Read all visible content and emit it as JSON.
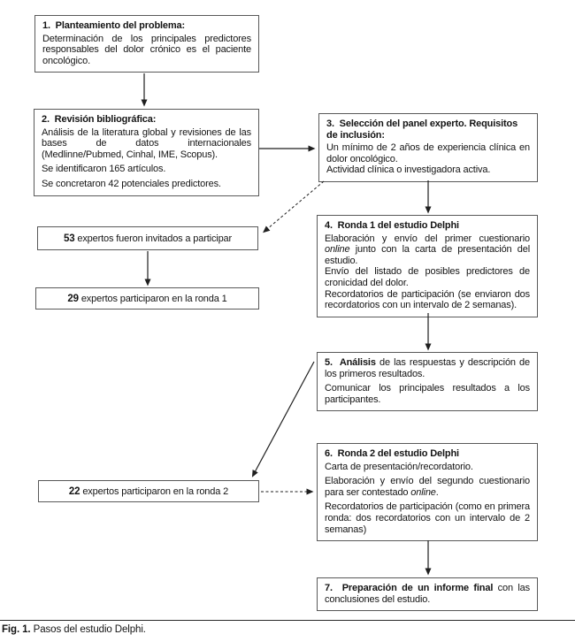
{
  "figure": {
    "caption_label": "Fig. 1.",
    "caption_text": " Pasos del estudio Delphi."
  },
  "colors": {
    "box_border": "#595959",
    "arrow": "#1f1f1f",
    "text": "#141414",
    "background": "#ffffff"
  },
  "boxes": {
    "b1": {
      "title": "1.  Planteamiento del problema:",
      "p1": "Determinación de los principales predictores responsables del dolor crónico es el paciente oncológico."
    },
    "b2": {
      "title": "2.  Revisión bibliográfica:",
      "p1": "Análisis de la literatura global y revisiones de las bases de datos internacionales (Medlinne/Pubmed, Cinhal, IME, Scopus).",
      "p2": "Se identificaron 165 artículos.",
      "p3": "Se concretaron 42 potenciales predictores."
    },
    "b3": {
      "title": "3.  Selección del panel experto. Requisitos de inclusión:",
      "p1": "Un mínimo de 2 años de experiencia clínica en dolor oncológico.",
      "p2": "Actividad clínica o investigadora activa."
    },
    "b4": {
      "title": "4.  Ronda 1 del estudio Delphi",
      "p1_a": "Elaboración y envío del primer cuestionario ",
      "p1_i": "online",
      "p1_b": " junto con la carta de presentación del estudio.",
      "p2": "Envío del listado de posibles predictores de cronicidad del dolor.",
      "p3": "Recordatorios de participación (se enviaron dos recordatorios con un intervalo de 2 semanas)."
    },
    "b5": {
      "t_bold": "5.  Análisis",
      "t_rest": " de las respuestas y descripción de los primeros resultados.",
      "p2": "Comunicar los principales resultados a los participantes."
    },
    "b6": {
      "title": "6.  Ronda 2 del estudio Delphi",
      "p1": "Carta de presentación/recordatorio.",
      "p2_a": "Elaboración y envío del segundo cuestionario para ser contestado ",
      "p2_i": "online",
      "p2_b": ".",
      "p3": "Recordatorios de participación (como en primera ronda: dos recordatorios con un intervalo de 2 semanas)"
    },
    "b7": {
      "t_bold": "7.  Preparación de un informe final",
      "t_rest": " con las conclusiones del estudio."
    }
  },
  "side_boxes": {
    "s1": {
      "num": "53",
      "text": " expertos fueron invitados a participar"
    },
    "s2": {
      "num": "29",
      "text": " expertos participaron en la ronda 1"
    },
    "s3": {
      "num": "22",
      "text": " expertos participaron en la ronda 2"
    }
  }
}
